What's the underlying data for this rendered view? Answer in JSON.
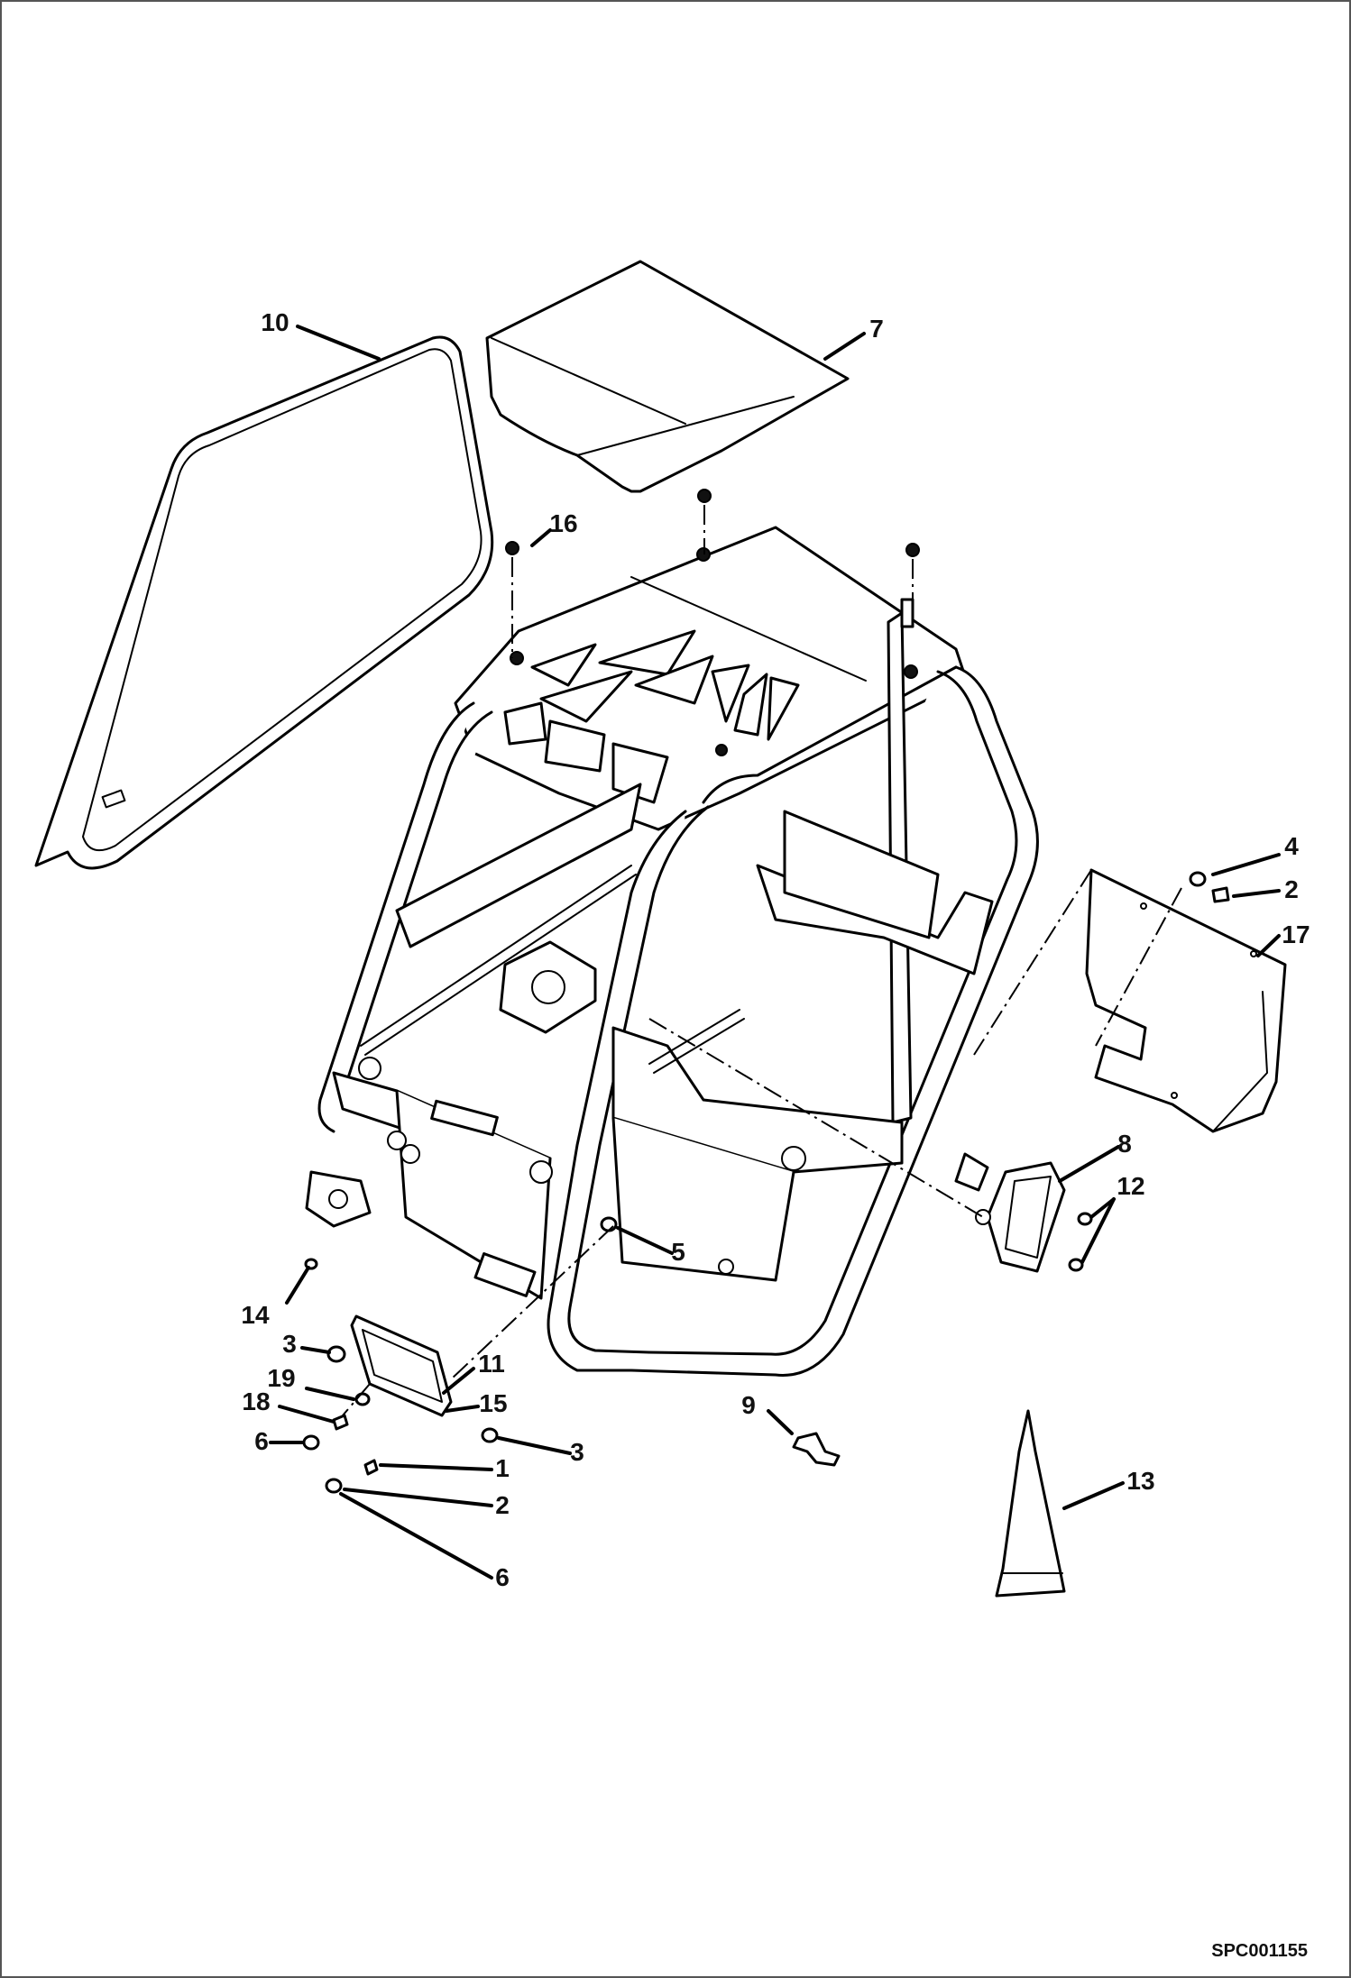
{
  "drawing_code": "SPC001155",
  "callouts": {
    "c1": "1",
    "c2a": "2",
    "c2b": "2",
    "c3a": "3",
    "c3b": "3",
    "c4": "4",
    "c5": "5",
    "c6a": "6",
    "c6b": "6",
    "c7": "7",
    "c8": "8",
    "c9": "9",
    "c10": "10",
    "c11": "11",
    "c12": "12",
    "c13": "13",
    "c14": "14",
    "c15": "15",
    "c16": "16",
    "c17": "17",
    "c18": "18",
    "c19": "19"
  }
}
